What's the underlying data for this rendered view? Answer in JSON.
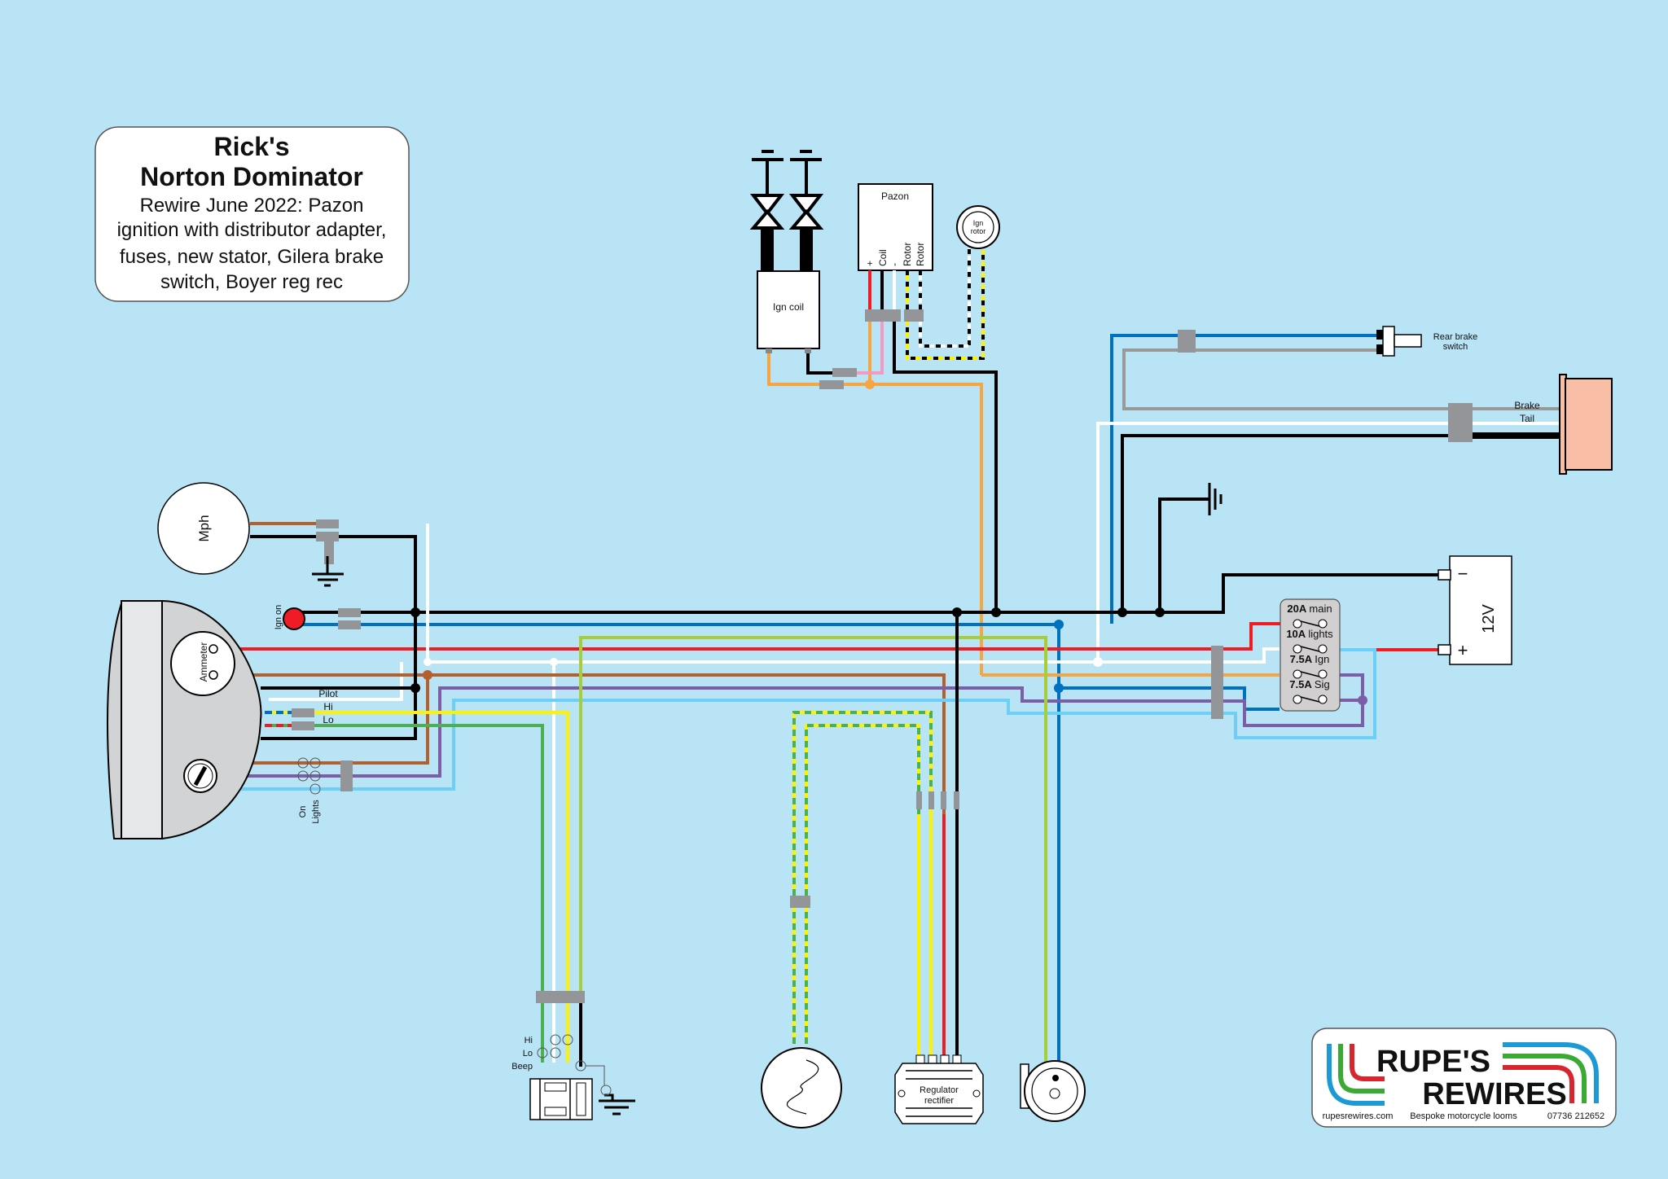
{
  "title_box": {
    "line1": "Rick's",
    "line2": "Norton Dominator",
    "desc": [
      "Rewire June 2022: Pazon",
      "ignition with distributor adapter,",
      "fuses, new stator, Gilera brake",
      "switch, Boyer reg rec"
    ]
  },
  "components": {
    "ign_coil": "Ign coil",
    "pazon": "Pazon",
    "pazon_pins": [
      "+",
      "Coil",
      "-",
      "Rotor",
      "Rotor"
    ],
    "ign_rotor": [
      "Ign",
      "rotor"
    ],
    "rear_brake_switch": [
      "Rear brake",
      "switch"
    ],
    "tail_labels": [
      "Brake",
      "Tail"
    ],
    "mph": "Mph",
    "ign_on": "Ign on",
    "ammeter": "Ammeter",
    "headlamp_labels": [
      "Pilot",
      "Hi",
      "Lo"
    ],
    "light_switch_labels": [
      "On",
      "Lights"
    ],
    "handlebar_switch_labels": [
      "Hi",
      "Lo",
      "Beep"
    ],
    "reg_rec": [
      "Regulator",
      "rectifier"
    ],
    "battery": "12V",
    "battery_neg": "−",
    "battery_pos": "+"
  },
  "fuses": [
    {
      "rating": "20A",
      "name": "main"
    },
    {
      "rating": "10A",
      "name": "lights"
    },
    {
      "rating": "7.5A",
      "name": "Ign"
    },
    {
      "rating": "7.5A",
      "name": "Sig"
    }
  ],
  "logo": {
    "line1": "RUPE'S",
    "line2": "REWIRES",
    "website": "rupesrewires.com",
    "tagline": "Bespoke motorcycle looms",
    "phone": "07736 212652"
  },
  "wire_colors": {
    "black": "#000000",
    "red": "#ee1c25",
    "white": "#ffffff",
    "blue": "#0070c0",
    "light_blue": "#6dcff6",
    "brown": "#b5602c",
    "purple": "#7b5ea7",
    "yellow": "#fff200",
    "green": "#4caf50",
    "light_green": "#a6ce39",
    "orange": "#f7a541",
    "pink": "#f49ac1",
    "grey": "#999999"
  }
}
